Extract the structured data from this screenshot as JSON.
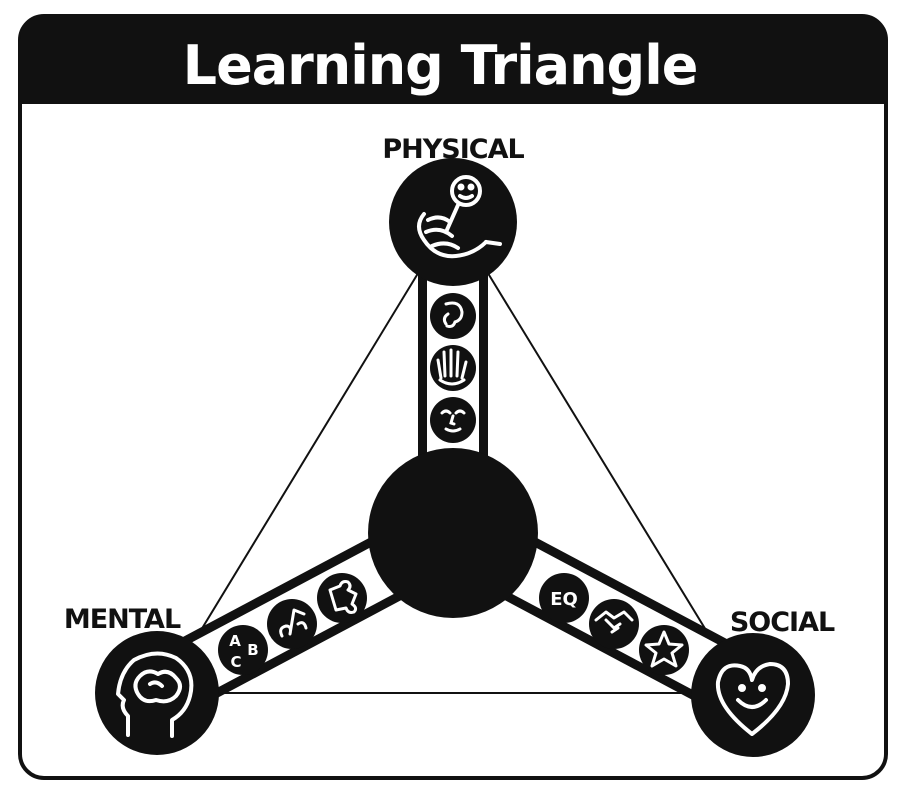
{
  "title": "Learning Triangle",
  "nodes": {
    "physical": {
      "label": "PHYSICAL",
      "icon": "baby-rattle-icon"
    },
    "mental": {
      "label": "MENTAL",
      "icon": "brain-head-icon"
    },
    "social": {
      "label": "SOCIAL",
      "icon": "smiling-heart-icon"
    }
  },
  "arms": {
    "physical": [
      "ear-icon",
      "hand-icon",
      "face-icon"
    ],
    "mental": [
      "abc-letters-icon",
      "music-note-icon",
      "puzzle-icon"
    ],
    "social": [
      "eq-badge-icon",
      "handshake-icon",
      "star-face-icon"
    ]
  },
  "badges": {
    "abc_a": "A",
    "abc_b": "B",
    "abc_c": "C",
    "eq": "EQ"
  },
  "colors": {
    "ink": "#111111",
    "paper": "#ffffff"
  }
}
